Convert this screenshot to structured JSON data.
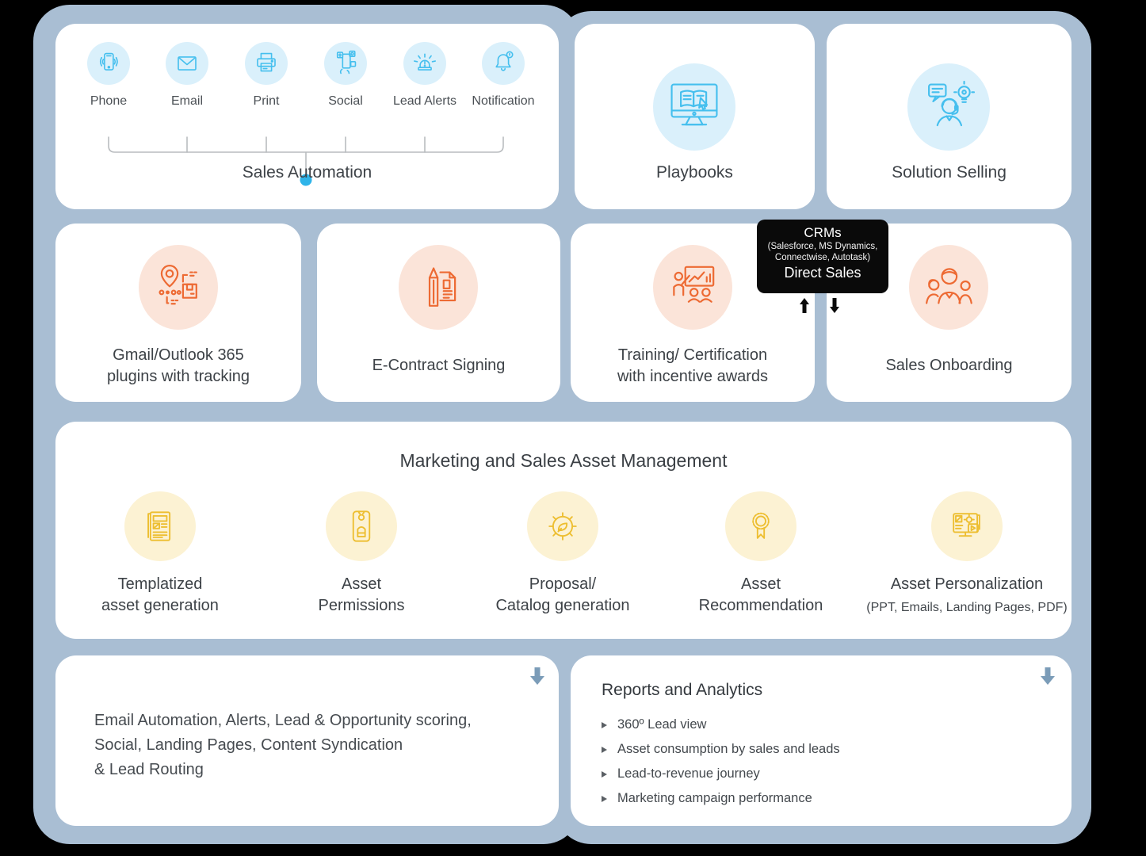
{
  "colors": {
    "background": "#a9bed3",
    "card": "#ffffff",
    "blue_accent": "#45bfee",
    "blue_badge_bg": "#daf0fb",
    "blue_dot": "#2fb4e9",
    "orange_accent": "#ed6a33",
    "orange_badge_bg": "#fbe4d9",
    "yellow_accent": "#edbe30",
    "yellow_badge_bg": "#fcf2d3",
    "crm_box_bg": "#0a0a0a",
    "text": "#3f4449",
    "connector_line": "#b9bcbf",
    "down_arrow": "#7b9cb8"
  },
  "cards": {
    "sales_automation": {
      "title": "Sales Automation",
      "channels": [
        {
          "label": "Phone",
          "icon": "phone-icon"
        },
        {
          "label": "Email",
          "icon": "email-icon"
        },
        {
          "label": "Print",
          "icon": "print-icon"
        },
        {
          "label": "Social",
          "icon": "social-icon"
        },
        {
          "label": "Lead Alerts",
          "icon": "lead-alerts-icon"
        },
        {
          "label": "Notification",
          "icon": "notification-bell-icon"
        }
      ]
    },
    "playbooks": {
      "title": "Playbooks",
      "icon": "playbooks-monitor-icon"
    },
    "solution_selling": {
      "title": "Solution Selling",
      "icon": "solution-selling-agent-icon"
    },
    "gmail_outlook": {
      "lines": [
        "Gmail/Outlook 365",
        "plugins with tracking"
      ],
      "icon": "tracking-route-icon"
    },
    "econtract": {
      "lines": [
        "E-Contract Signing"
      ],
      "icon": "contract-signing-icon"
    },
    "training": {
      "lines": [
        "Training/ Certification",
        "with incentive awards"
      ],
      "icon": "training-presenter-icon"
    },
    "onboarding": {
      "lines": [
        "Sales Onboarding"
      ],
      "icon": "sales-team-icon"
    },
    "asset_management": {
      "title": "Marketing and Sales Asset Management",
      "items": [
        {
          "lines": [
            "Templatized",
            "asset generation"
          ],
          "icon": "template-doc-icon"
        },
        {
          "lines": [
            "Asset",
            "Permissions"
          ],
          "icon": "permission-badge-icon"
        },
        {
          "lines": [
            "Proposal/",
            "Catalog generation"
          ],
          "icon": "gear-leaf-icon"
        },
        {
          "lines": [
            "Asset",
            "Recommendation"
          ],
          "icon": "award-ribbon-icon"
        },
        {
          "lines": [
            "Asset Personalization"
          ],
          "sub": "(PPT, Emails, Landing Pages, PDF)",
          "icon": "media-monitor-icon"
        }
      ]
    },
    "marketing_stack": {
      "lines": [
        "Email Automation, Alerts, Lead & Opportunity scoring,",
        "Social, Landing Pages, Content Syndication",
        "& Lead Routing"
      ]
    },
    "reports": {
      "title": "Reports and Analytics",
      "items": [
        "360º Lead view",
        "Asset consumption by sales and leads",
        "Lead-to-revenue journey",
        "Marketing campaign performance"
      ]
    }
  },
  "crm_box": {
    "title": "CRMs",
    "subtitle1": "(Salesforce, MS Dynamics,",
    "subtitle2": "Connectwise, Autotask)",
    "footer": "Direct Sales"
  }
}
